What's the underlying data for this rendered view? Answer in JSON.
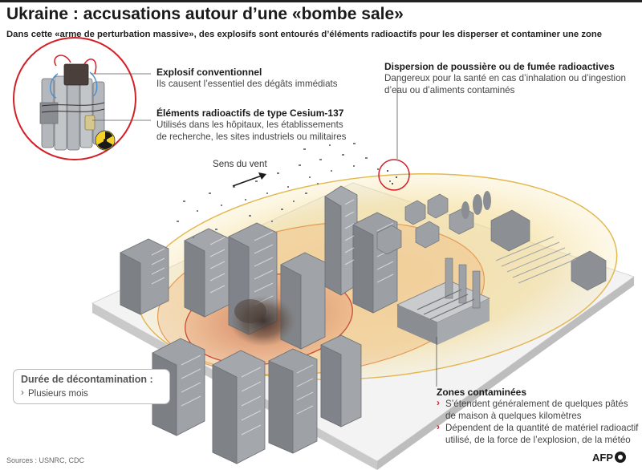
{
  "title": "Ukraine : accusations autour d’une «bombe sale»",
  "subtitle": "Dans cette «arme de perturbation massive», des explosifs sont entourés d’éléments radioactifs pour les disperser et contaminer une zone",
  "explosif": {
    "heading": "Explosif conventionnel",
    "text": "Ils causent l’essentiel des dégâts immédiats"
  },
  "elements": {
    "heading": "Éléments radioactifs de type Cesium-137",
    "lines": [
      "Utilisés dans les hôpitaux, les établissements",
      "de recherche, les sites industriels ou militaires"
    ]
  },
  "dispersion": {
    "heading": "Dispersion de poussière ou de fumée radioactives",
    "lines": [
      "Dangereux pour la santé en cas d’inhalation ou d’ingestion",
      "d’eau ou d’aliments contaminés"
    ]
  },
  "wind_label": "Sens du vent",
  "duree": {
    "heading": "Durée de décontamination :",
    "value": "Plusieurs mois"
  },
  "zones": {
    "heading": "Zones contaminées",
    "bullets": [
      {
        "lines": [
          "S’étendent généralement de quelques pâtés",
          "de maison à quelques kilomètres"
        ]
      },
      {
        "lines": [
          "Dépendent de la quantité de matériel radioactif",
          "utilisé, de la force de l’explosion, de la météo"
        ]
      }
    ]
  },
  "sources": "Sources : USNRC, CDC",
  "logo": "AFP",
  "colors": {
    "accent_red": "#d32027",
    "zone_outer": "#f3d98a",
    "zone_inner": "#e39b73",
    "ground": "#f2f2f2",
    "building": "#8a8d91"
  }
}
